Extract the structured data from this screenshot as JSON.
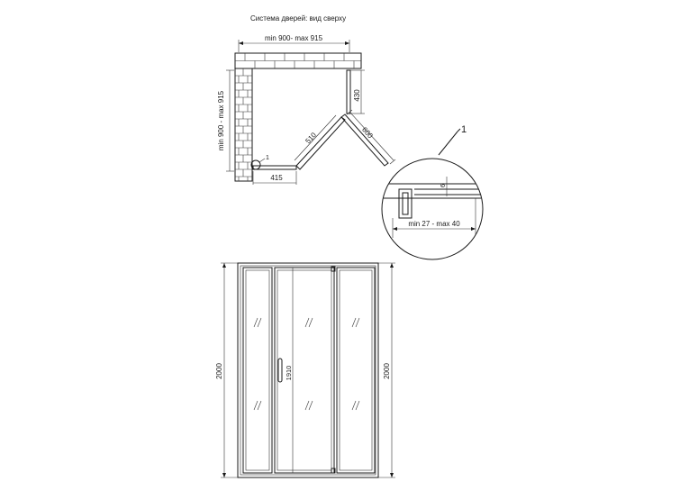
{
  "title": "Система дверей: вид сверху",
  "plan": {
    "width_dim": "min 900- max 915",
    "depth_dim": "min 900 - max 915",
    "dim_430": "430",
    "dim_510": "510",
    "dim_600": "600",
    "dim_415": "415",
    "callout_marker": "1"
  },
  "detail": {
    "callout_label": "1",
    "dim_6": "6",
    "profile_range": "min 27 - max 40"
  },
  "elevation": {
    "height_left": "2000",
    "height_right": "2000",
    "door_height": "1910"
  },
  "colors": {
    "line": "#1a1a1a",
    "background": "#ffffff"
  }
}
